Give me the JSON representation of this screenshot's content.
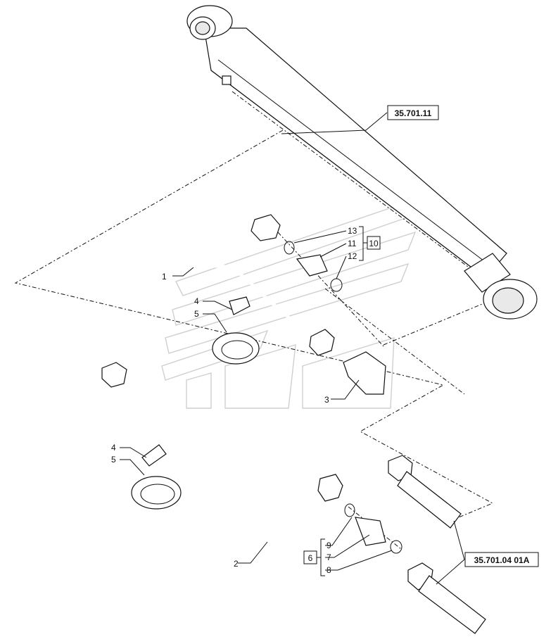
{
  "references": {
    "cylinder": "35.701.11",
    "bolts": "35.701.04 01A"
  },
  "callouts": {
    "c1": "1",
    "c2": "2",
    "c3": "3",
    "c4a": "4",
    "c5a": "5",
    "c4b": "4",
    "c5b": "5",
    "c13": "13",
    "c11": "11",
    "c12": "12",
    "c9": "9",
    "c7": "7",
    "c8": "8"
  },
  "kits": {
    "upper": "10",
    "lower": "6"
  }
}
